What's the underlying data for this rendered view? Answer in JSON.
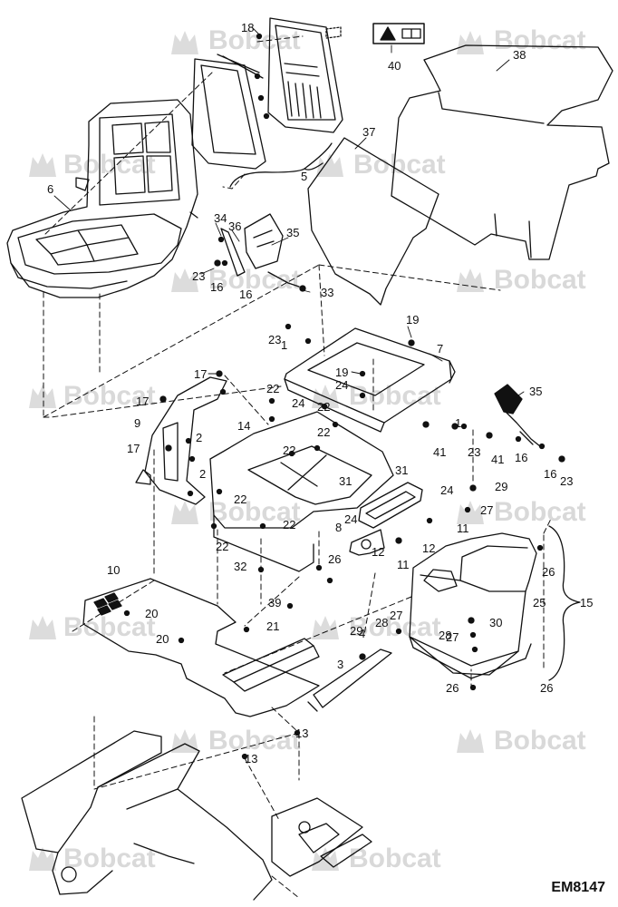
{
  "watermark": {
    "brand": "Bobcat"
  },
  "diagram": {
    "part_code": "EM8147",
    "colors": {
      "line": "#111111",
      "watermark": "#d9d9d9",
      "warning": "#111111"
    },
    "callouts": [
      "1",
      "1",
      "2",
      "2",
      "3",
      "4",
      "5",
      "6",
      "7",
      "8",
      "9",
      "10",
      "11",
      "11",
      "12",
      "12",
      "13",
      "13",
      "14",
      "15",
      "16",
      "16",
      "16",
      "16",
      "17",
      "17",
      "17",
      "18",
      "19",
      "19",
      "20",
      "20",
      "21",
      "22",
      "22",
      "22",
      "22",
      "22",
      "22",
      "22",
      "23",
      "23",
      "23",
      "23",
      "24",
      "24",
      "24",
      "24",
      "25",
      "26",
      "26",
      "26",
      "26",
      "27",
      "27",
      "27",
      "28",
      "28",
      "29",
      "29",
      "30",
      "31",
      "31",
      "32",
      "33",
      "34",
      "35",
      "35",
      "36",
      "37",
      "38",
      "39",
      "40",
      "41",
      "41"
    ]
  }
}
